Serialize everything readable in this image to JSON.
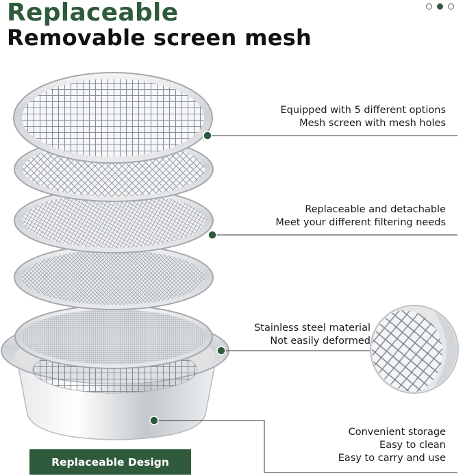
{
  "header": {
    "title": "Replaceable",
    "subtitle": "Removable screen mesh"
  },
  "carousel": {
    "count": 3,
    "active_index": 1
  },
  "features": [
    {
      "lines": [
        "Equipped with 5 different options",
        "Mesh screen with mesh holes"
      ]
    },
    {
      "lines": [
        "Replaceable and detachable",
        "Meet your different filtering needs"
      ]
    },
    {
      "lines": [
        "Stainless steel material",
        "Not easily deformed"
      ]
    },
    {
      "lines": [
        "Convenient storage",
        "Easy to clean",
        "Easy to carry and use"
      ]
    }
  ],
  "badge": {
    "label": "Replaceable Design"
  },
  "colors": {
    "brand_green": "#2f5a3c",
    "steel": "#c9cccf"
  },
  "icons": [
    "mesh-screen-image",
    "strainer-bowl-image",
    "mesh-closeup-image"
  ]
}
